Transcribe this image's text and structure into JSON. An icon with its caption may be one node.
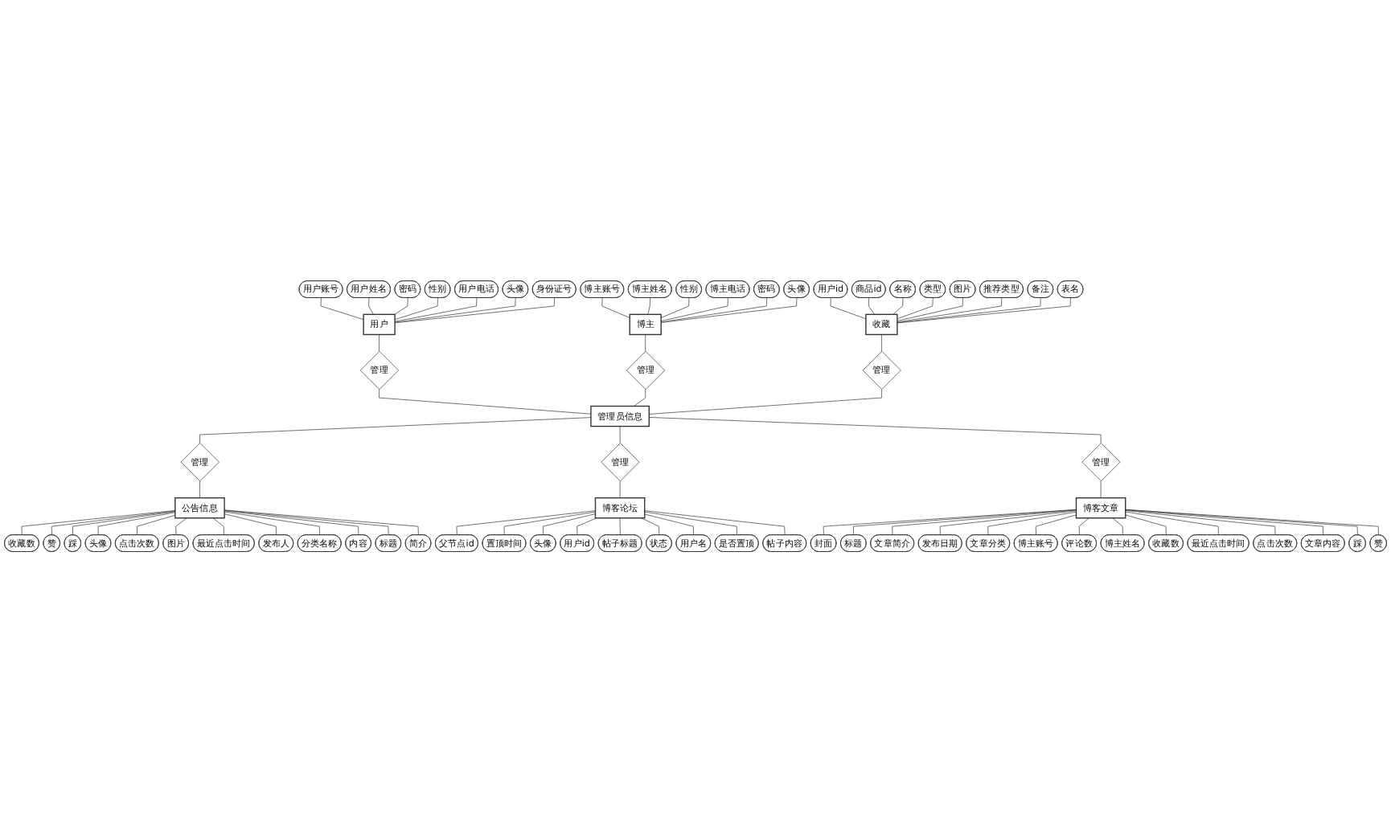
{
  "diagram": {
    "nodes": [
      {
        "text": [
          "用户"
        ]
      },
      {
        "text": [
          "用户账号"
        ]
      },
      {
        "text": [
          "用户姓名"
        ]
      },
      {
        "text": [
          "密码"
        ]
      },
      {
        "text": [
          "性别"
        ]
      },
      {
        "text": [
          "用户电话"
        ]
      },
      {
        "text": [
          "头像"
        ]
      },
      {
        "text": [
          "身份证号"
        ]
      },
      {
        "text": [
          "管理"
        ]
      },
      {
        "text": [
          "博主"
        ]
      },
      {
        "text": [
          "博主账号"
        ]
      },
      {
        "text": [
          "博主姓名"
        ]
      },
      {
        "text": [
          "性别"
        ]
      },
      {
        "text": [
          "博主电话"
        ]
      },
      {
        "text": [
          "密码"
        ]
      },
      {
        "text": [
          "头像"
        ]
      },
      {
        "text": [
          "管理"
        ]
      },
      {
        "text": [
          "收藏"
        ]
      },
      {
        "text": [
          "用户id"
        ]
      },
      {
        "text": [
          "商品id"
        ]
      },
      {
        "text": [
          "名称"
        ]
      },
      {
        "text": [
          "类型"
        ]
      },
      {
        "text": [
          "图片"
        ]
      },
      {
        "text": [
          "推荐类型"
        ]
      },
      {
        "text": [
          "备注"
        ]
      },
      {
        "text": [
          "表名"
        ]
      },
      {
        "text": [
          "管理"
        ]
      },
      {
        "text": [
          "管理员信息"
        ]
      },
      {
        "text": [
          "公告信息"
        ]
      },
      {
        "text": [
          "收藏数"
        ]
      },
      {
        "text": [
          "赞"
        ]
      },
      {
        "text": [
          "踩"
        ]
      },
      {
        "text": [
          "头像"
        ]
      },
      {
        "text": [
          "点击次数"
        ]
      },
      {
        "text": [
          "图片"
        ]
      },
      {
        "text": [
          "最近点击时间"
        ]
      },
      {
        "text": [
          "发布人"
        ]
      },
      {
        "text": [
          "分类名称"
        ]
      },
      {
        "text": [
          "内容"
        ]
      },
      {
        "text": [
          "标题"
        ]
      },
      {
        "text": [
          "简介"
        ]
      },
      {
        "text": [
          "管理"
        ]
      },
      {
        "text": [
          "博客论坛"
        ]
      },
      {
        "text": [
          "父节点id"
        ]
      },
      {
        "text": [
          "置顶时间"
        ]
      },
      {
        "text": [
          "头像"
        ]
      },
      {
        "text": [
          "用户id"
        ]
      },
      {
        "text": [
          "帖子标题"
        ]
      },
      {
        "text": [
          "状态"
        ]
      },
      {
        "text": [
          "用户名"
        ]
      },
      {
        "text": [
          "是否置顶"
        ]
      },
      {
        "text": [
          "帖子内容"
        ]
      },
      {
        "text": [
          "管理"
        ]
      },
      {
        "text": [
          "管理"
        ]
      },
      {
        "text": [
          "博客文章"
        ]
      },
      {
        "text": [
          "封面"
        ]
      },
      {
        "text": [
          "标题"
        ]
      },
      {
        "text": [
          "文章简介"
        ]
      },
      {
        "text": [
          "发布日期"
        ]
      },
      {
        "text": [
          "文章分类"
        ]
      },
      {
        "text": [
          "博主账号"
        ]
      },
      {
        "text": [
          "评论数"
        ]
      },
      {
        "text": [
          "博主姓名"
        ]
      },
      {
        "text": [
          "收藏数"
        ]
      },
      {
        "text": [
          "最近点击时间"
        ]
      },
      {
        "text": [
          "点击次数"
        ]
      },
      {
        "text": [
          "文章内容"
        ]
      },
      {
        "text": [
          "踩"
        ]
      },
      {
        "text": [
          "赞"
        ]
      }
    ],
    "edges": [
      {
        "from": 1,
        "to": 0,
        "arrow": "none"
      },
      {
        "from": 2,
        "to": 0,
        "arrow": "none"
      },
      {
        "from": 3,
        "to": 0,
        "arrow": "none"
      },
      {
        "from": 4,
        "to": 0,
        "arrow": "none"
      },
      {
        "from": 5,
        "to": 0,
        "arrow": "none"
      },
      {
        "from": 6,
        "to": 0,
        "arrow": "none"
      },
      {
        "from": 7,
        "to": 0,
        "arrow": "none"
      },
      {
        "from": 0,
        "to": 8,
        "arrow": "none"
      },
      {
        "from": 8,
        "to": 27,
        "arrow": "none"
      },
      {
        "from": 10,
        "to": 9,
        "arrow": "none"
      },
      {
        "from": 11,
        "to": 9,
        "arrow": "none"
      },
      {
        "from": 12,
        "to": 9,
        "arrow": "none"
      },
      {
        "from": 13,
        "to": 9,
        "arrow": "none"
      },
      {
        "from": 14,
        "to": 9,
        "arrow": "none"
      },
      {
        "from": 15,
        "to": 9,
        "arrow": "none"
      },
      {
        "from": 9,
        "to": 16,
        "arrow": "none"
      },
      {
        "from": 16,
        "to": 27,
        "arrow": "none"
      },
      {
        "from": 18,
        "to": 17,
        "arrow": "none"
      },
      {
        "from": 19,
        "to": 17,
        "arrow": "none"
      },
      {
        "from": 20,
        "to": 17,
        "arrow": "none"
      },
      {
        "from": 21,
        "to": 17,
        "arrow": "none"
      },
      {
        "from": 22,
        "to": 17,
        "arrow": "none"
      },
      {
        "from": 23,
        "to": 17,
        "arrow": "none"
      },
      {
        "from": 24,
        "to": 17,
        "arrow": "none"
      },
      {
        "from": 25,
        "to": 17,
        "arrow": "none"
      },
      {
        "from": 17,
        "to": 26,
        "arrow": "none"
      },
      {
        "from": 26,
        "to": 27,
        "arrow": "none"
      },
      {
        "from": 27,
        "to": 41,
        "arrow": "none"
      },
      {
        "from": 41,
        "to": 28,
        "arrow": "none"
      },
      {
        "from": 28,
        "to": 29,
        "arrow": "none"
      },
      {
        "from": 28,
        "to": 30,
        "arrow": "none"
      },
      {
        "from": 28,
        "to": 31,
        "arrow": "none"
      },
      {
        "from": 28,
        "to": 32,
        "arrow": "none"
      },
      {
        "from": 28,
        "to": 33,
        "arrow": "none"
      },
      {
        "from": 28,
        "to": 34,
        "arrow": "none"
      },
      {
        "from": 28,
        "to": 35,
        "arrow": "none"
      },
      {
        "from": 28,
        "to": 36,
        "arrow": "none"
      },
      {
        "from": 28,
        "to": 37,
        "arrow": "none"
      },
      {
        "from": 28,
        "to": 38,
        "arrow": "none"
      },
      {
        "from": 28,
        "to": 39,
        "arrow": "none"
      },
      {
        "from": 28,
        "to": 40,
        "arrow": "none"
      },
      {
        "from": 27,
        "to": 52,
        "arrow": "none"
      },
      {
        "from": 52,
        "to": 42,
        "arrow": "none"
      },
      {
        "from": 42,
        "to": 43,
        "arrow": "none"
      },
      {
        "from": 42,
        "to": 44,
        "arrow": "none"
      },
      {
        "from": 42,
        "to": 45,
        "arrow": "none"
      },
      {
        "from": 42,
        "to": 46,
        "arrow": "none"
      },
      {
        "from": 42,
        "to": 47,
        "arrow": "none"
      },
      {
        "from": 42,
        "to": 48,
        "arrow": "none"
      },
      {
        "from": 42,
        "to": 49,
        "arrow": "none"
      },
      {
        "from": 42,
        "to": 50,
        "arrow": "none"
      },
      {
        "from": 42,
        "to": 51,
        "arrow": "none"
      },
      {
        "from": 27,
        "to": 53,
        "arrow": "none"
      },
      {
        "from": 53,
        "to": 54,
        "arrow": "none"
      },
      {
        "from": 54,
        "to": 55,
        "arrow": "none"
      },
      {
        "from": 54,
        "to": 56,
        "arrow": "none"
      },
      {
        "from": 54,
        "to": 57,
        "arrow": "none"
      },
      {
        "from": 54,
        "to": 58,
        "arrow": "none"
      },
      {
        "from": 54,
        "to": 59,
        "arrow": "none"
      },
      {
        "from": 54,
        "to": 60,
        "arrow": "none"
      },
      {
        "from": 54,
        "to": 61,
        "arrow": "none"
      },
      {
        "from": 54,
        "to": 62,
        "arrow": "none"
      },
      {
        "from": 54,
        "to": 63,
        "arrow": "none"
      },
      {
        "from": 54,
        "to": 64,
        "arrow": "none"
      },
      {
        "from": 54,
        "to": 65,
        "arrow": "none"
      },
      {
        "from": 54,
        "to": 66,
        "arrow": "none"
      },
      {
        "from": 54,
        "to": 67,
        "arrow": "none"
      },
      {
        "from": 54,
        "to": 68,
        "arrow": "none"
      }
    ]
  }
}
